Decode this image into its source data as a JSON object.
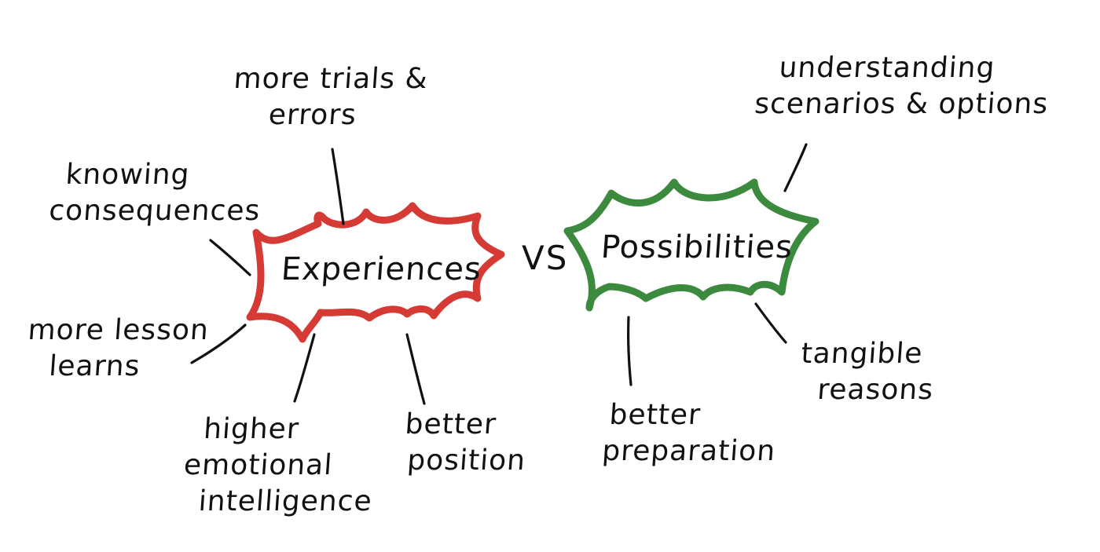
{
  "diagram": {
    "left_hub": {
      "label": "Experiences",
      "color": "#d63a35"
    },
    "connector_word": "VS",
    "right_hub": {
      "label": "Possibilities",
      "color": "#3b8a3e"
    },
    "left_branches": [
      {
        "lines": [
          "more trials &",
          "errors"
        ]
      },
      {
        "lines": [
          "knowing",
          "consequences"
        ]
      },
      {
        "lines": [
          "more lesson",
          "learns"
        ]
      },
      {
        "lines": [
          "higher",
          "emotional",
          "intelligence"
        ]
      },
      {
        "lines": [
          "better",
          "position"
        ]
      }
    ],
    "right_branches": [
      {
        "lines": [
          "understanding",
          "scenarios & options"
        ]
      },
      {
        "lines": [
          "tangible",
          "reasons"
        ]
      },
      {
        "lines": [
          "better",
          "preparation"
        ]
      }
    ]
  }
}
